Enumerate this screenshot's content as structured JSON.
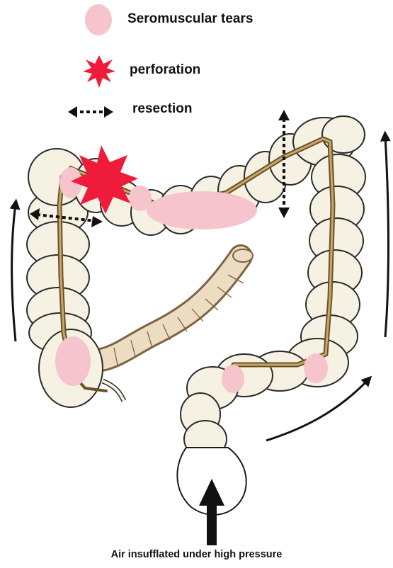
{
  "legend": {
    "tears_label": "Seromuscular tears",
    "perforation_label": "perforation",
    "resection_label": "resection"
  },
  "caption": "Air insufflated under high pressure",
  "colors": {
    "tear": "#f6c4cd",
    "perforation": "#ee1c3a",
    "colon_fill": "#f5f1e3",
    "colon_outline": "#2a2a2a",
    "vessel": "#a8854f",
    "vessel_dark": "#6b5226",
    "small_bowel": "#ecdcc2",
    "small_bowel_stroke": "#7d6440",
    "arrow": "#111111"
  },
  "icons": {
    "tear": "pink-ellipse-icon",
    "perforation": "red-starburst-icon",
    "resection": "dotted-double-arrow-icon",
    "flow": "curved-arrow-icon",
    "insufflation": "up-arrow-icon"
  }
}
